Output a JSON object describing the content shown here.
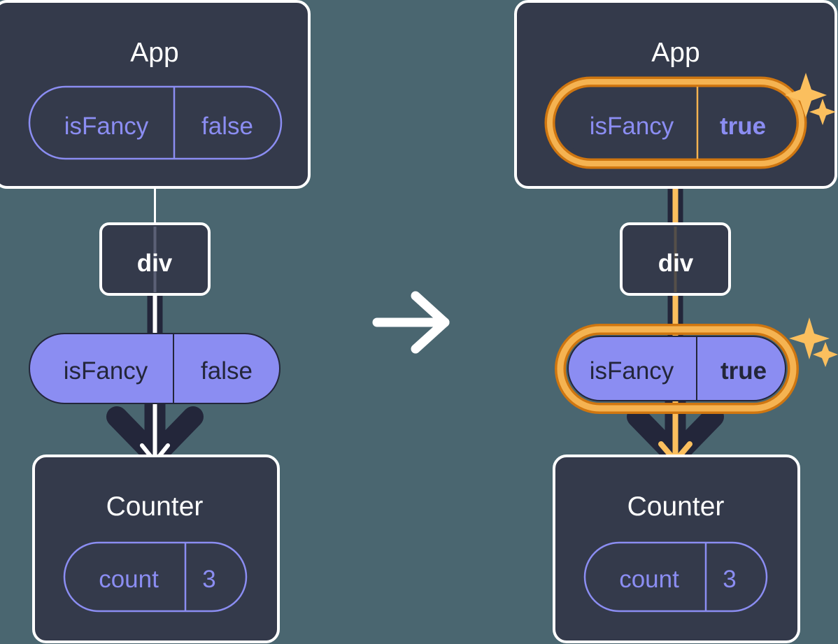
{
  "diagram": {
    "title": "React state update propagation diagram",
    "transition_icon": "arrow-right-icon",
    "colors": {
      "background": "#4a6670",
      "panel": "#343a4b",
      "panel_border": "#ffffff",
      "purple_fill": "#8b8df2",
      "purple_stroke": "#8b8df2",
      "purple_text": "#8b8df2",
      "dark_text": "#23263a",
      "white_text": "#ffffff",
      "highlight_outer": "#cf7610",
      "highlight_inner": "#f5b351",
      "sparkle": "#fbbf5e",
      "wire_dark": "#23263a",
      "wire_white": "#ffffff",
      "wire_orange": "#fbbf5e"
    }
  },
  "before": {
    "label": "before-state",
    "app": {
      "title": "App",
      "state": {
        "name": "isFancy",
        "value": "false",
        "highlighted": false,
        "filled": false
      }
    },
    "div": {
      "label": "div"
    },
    "prop": {
      "name": "isFancy",
      "value": "false",
      "highlighted": false,
      "filled": true
    },
    "counter": {
      "title": "Counter",
      "state": {
        "name": "count",
        "value": "3",
        "highlighted": false,
        "filled": false
      }
    }
  },
  "after": {
    "label": "after-state",
    "app": {
      "title": "App",
      "state": {
        "name": "isFancy",
        "value": "true",
        "highlighted": true,
        "filled": false
      }
    },
    "div": {
      "label": "div"
    },
    "prop": {
      "name": "isFancy",
      "value": "true",
      "highlighted": true,
      "filled": true
    },
    "counter": {
      "title": "Counter",
      "state": {
        "name": "count",
        "value": "3",
        "highlighted": false,
        "filled": false
      }
    }
  }
}
